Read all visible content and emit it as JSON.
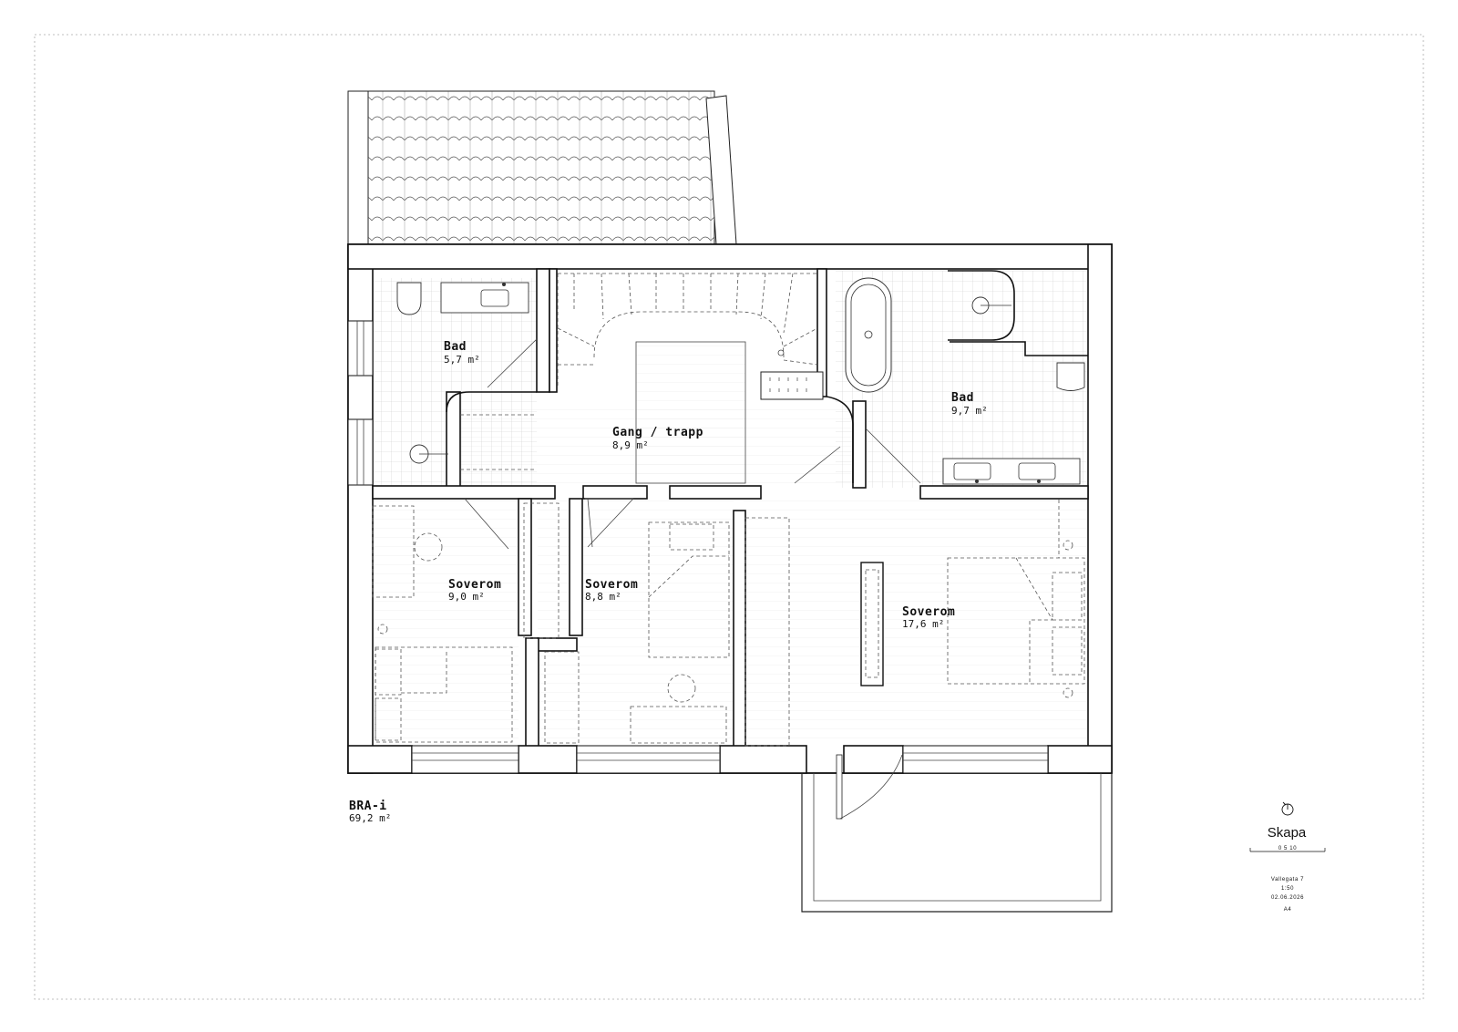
{
  "rooms": [
    {
      "name": "Bad",
      "area": "5,7 m²"
    },
    {
      "name": "Gang / trapp",
      "area": "8,9 m²"
    },
    {
      "name": "Bad",
      "area": "9,7 m²"
    },
    {
      "name": "Soverom",
      "area": "9,0 m²"
    },
    {
      "name": "Soverom",
      "area": "8,8 m²"
    },
    {
      "name": "Soverom",
      "area": "17,6 m²"
    }
  ],
  "total": {
    "label": "BRA-i",
    "area": "69,2 m²"
  },
  "titleblock": {
    "brand": "Skapa",
    "scale_bar_label": "0 5 10",
    "address": "Vallegata 7",
    "scale": "1:50",
    "date": "02.06.2026",
    "sheet": "A4"
  },
  "icons": {
    "north": "north-arrow-icon"
  }
}
